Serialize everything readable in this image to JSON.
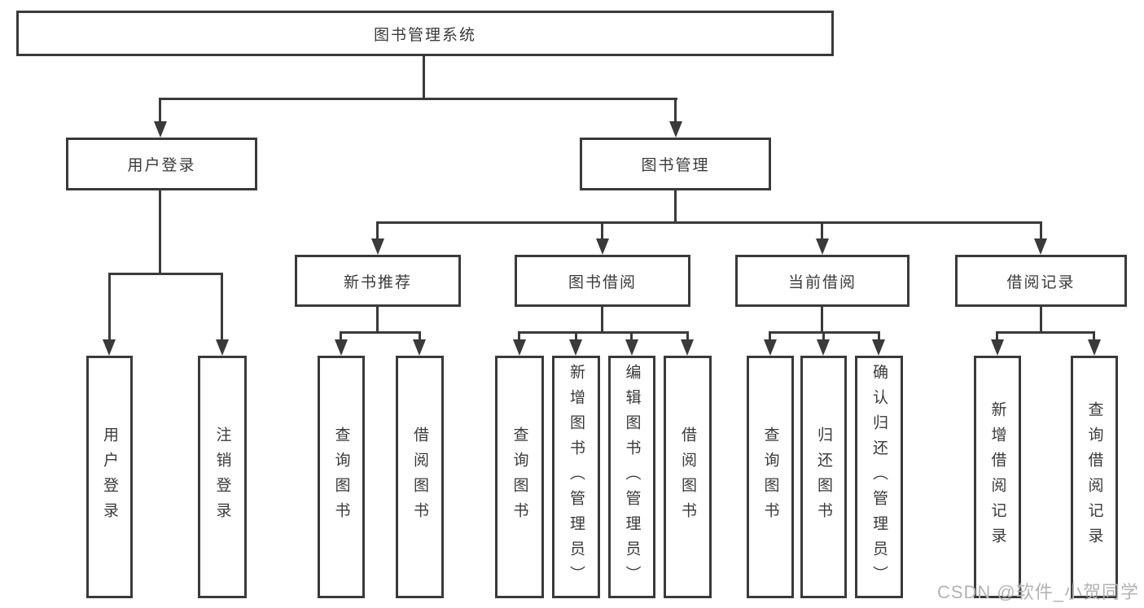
{
  "tree": {
    "label": "图书管理系统",
    "children": [
      {
        "label": "用户登录",
        "children": [
          {
            "label": "用户登录"
          },
          {
            "label": "注销登录"
          }
        ]
      },
      {
        "label": "图书管理",
        "children": [
          {
            "label": "新书推荐",
            "children": [
              {
                "label": "查询图书"
              },
              {
                "label": "借阅图书"
              }
            ]
          },
          {
            "label": "图书借阅",
            "children": [
              {
                "label": "查询图书"
              },
              {
                "label": "新增图书（管理员）"
              },
              {
                "label": "编辑图书（管理员）"
              },
              {
                "label": "借阅图书"
              }
            ]
          },
          {
            "label": "当前借阅",
            "children": [
              {
                "label": "查询图书"
              },
              {
                "label": "归还图书"
              },
              {
                "label": "确认归还（管理员）"
              }
            ]
          },
          {
            "label": "借阅记录",
            "children": [
              {
                "label": "新增借阅记录"
              },
              {
                "label": "查询借阅记录"
              }
            ]
          }
        ]
      }
    ]
  },
  "watermark": "CSDN @软件_小贺同学",
  "colors": {
    "line": "#3a3a3a",
    "text": "#3a3a3a",
    "watermark": "#b3b3b3",
    "background": "#ffffff"
  }
}
